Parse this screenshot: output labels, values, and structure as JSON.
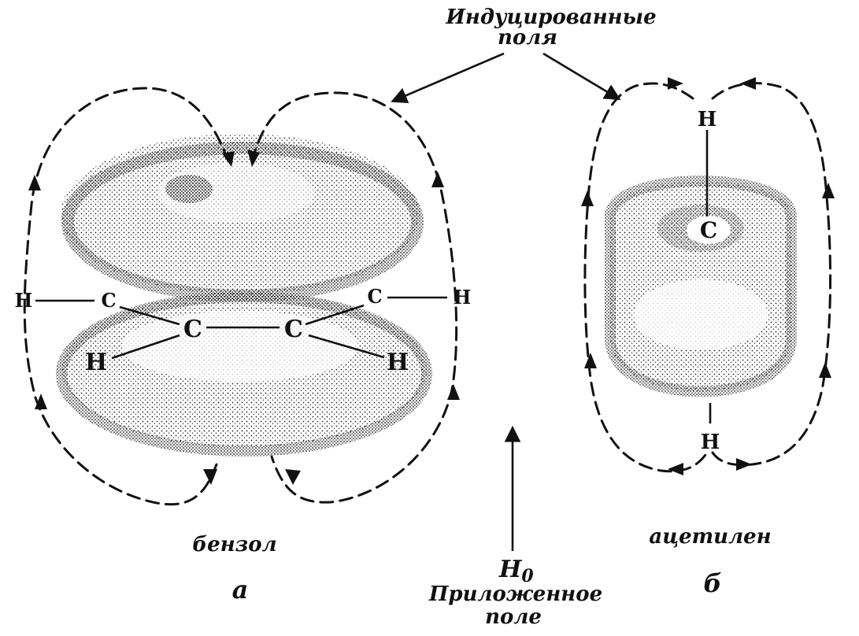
{
  "labels": {
    "induced_fields_line1": "Индуцированные",
    "induced_fields_line2": "поля",
    "benzene": "бензол",
    "benzene_letter": "а",
    "acetylene": "ацетилен",
    "acetylene_letter": "б",
    "applied_field_symbol": "H",
    "applied_field_subscript": "0",
    "applied_field_line1": "Приложенное",
    "applied_field_line2": "поле"
  },
  "atoms": {
    "carbon": "C",
    "hydrogen": "H"
  },
  "colors": {
    "ink": "#111111",
    "background": "#ffffff"
  }
}
